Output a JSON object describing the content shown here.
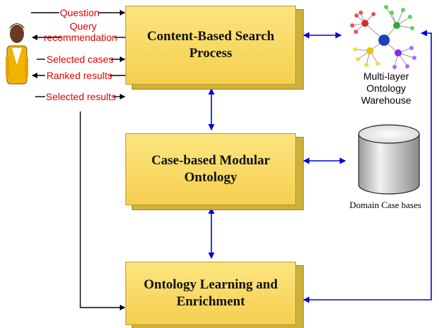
{
  "boxes": {
    "search": "Content-Based Search Process",
    "modular": "Case-based Modular Ontology",
    "learning_line1": "Ontology Learning and",
    "learning_line2": "Enrichment"
  },
  "user_flows": {
    "question": "Question",
    "query_rec_line1": "Query",
    "query_rec_line2": "recommendation",
    "selected_cases": "Selected cases",
    "ranked_results": "Ranked results",
    "selected_results": "Selected results"
  },
  "resources": {
    "warehouse_line1": "Multi-layer",
    "warehouse_line2": "Ontology",
    "warehouse_line3": "Warehouse",
    "case_bases": "Domain Case bases"
  },
  "colors": {
    "box_fill": "#f7d85e",
    "flow_text": "#e00000",
    "bidirectional_arrow": "#0000dd",
    "black_arrow": "#000000"
  },
  "icons": [
    "user-icon",
    "ontology-network-icon",
    "database-cylinder-icon"
  ]
}
